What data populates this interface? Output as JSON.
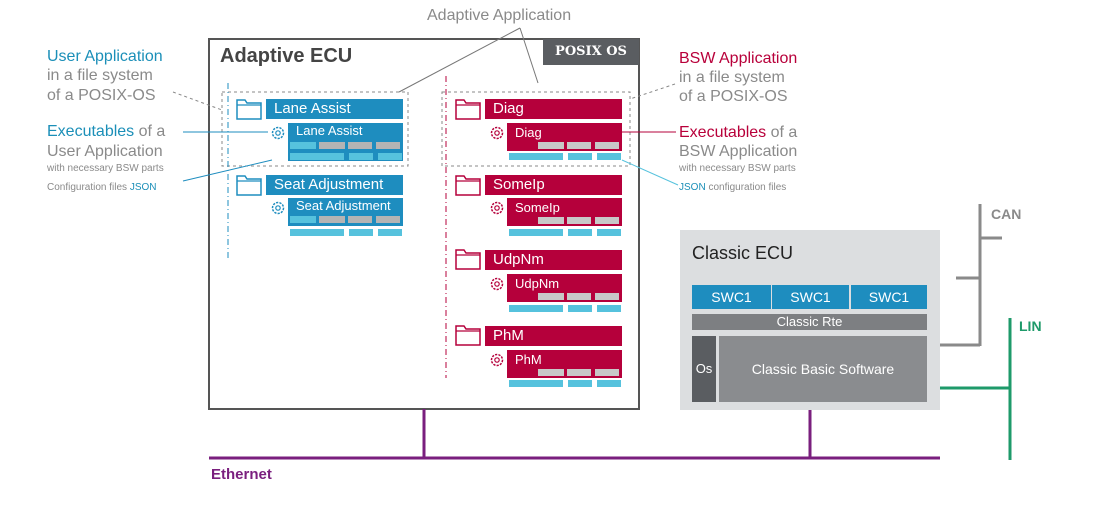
{
  "adaptive_application": "Adaptive Application",
  "adaptive_ecu": {
    "title": "Adaptive ECU",
    "os_badge": "POSIX OS"
  },
  "user_app_note": [
    "User Application",
    "in a file system",
    "of a POSIX-OS"
  ],
  "user_exe_note": {
    "highlight": "Executables",
    "rest": " of a",
    "line2": "User Application",
    "line3": "with necessary BSW parts"
  },
  "user_config_note": {
    "text": "Configuration files ",
    "json": "JSON"
  },
  "bsw_app_note": [
    "BSW Application",
    "in a file system",
    "of a POSIX-OS"
  ],
  "bsw_exe_note": {
    "highlight": "Executables",
    "rest": " of a",
    "line2": "BSW Application",
    "line3": "with necessary BSW parts"
  },
  "bsw_config_note": {
    "json": "JSON",
    "text": " configuration files"
  },
  "user_apps": [
    {
      "folder": "Lane Assist",
      "exe": "Lane Assist"
    },
    {
      "folder": "Seat Adjustment",
      "exe": "Seat Adjustment"
    }
  ],
  "bsw_apps": [
    {
      "folder": "Diag",
      "exe": "Diag"
    },
    {
      "folder": "SomeIp",
      "exe": "SomeIp"
    },
    {
      "folder": "UdpNm",
      "exe": "UdpNm"
    },
    {
      "folder": "PhM",
      "exe": "PhM"
    }
  ],
  "classic_ecu": {
    "title": "Classic ECU",
    "swcs": [
      "SWC1",
      "SWC1",
      "SWC1"
    ],
    "rte": "Classic Rte",
    "os": "Os",
    "bsw": "Classic Basic Software"
  },
  "buses": {
    "can": "CAN",
    "lin": "LIN",
    "ethernet": "Ethernet"
  },
  "colors": {
    "user_blue": "#1e8dbf",
    "bsw_red": "#b5003b",
    "ethernet_purple": "#7a1f7e",
    "lin_green": "#1e9a6a",
    "can_gray": "#8a8a8a"
  }
}
